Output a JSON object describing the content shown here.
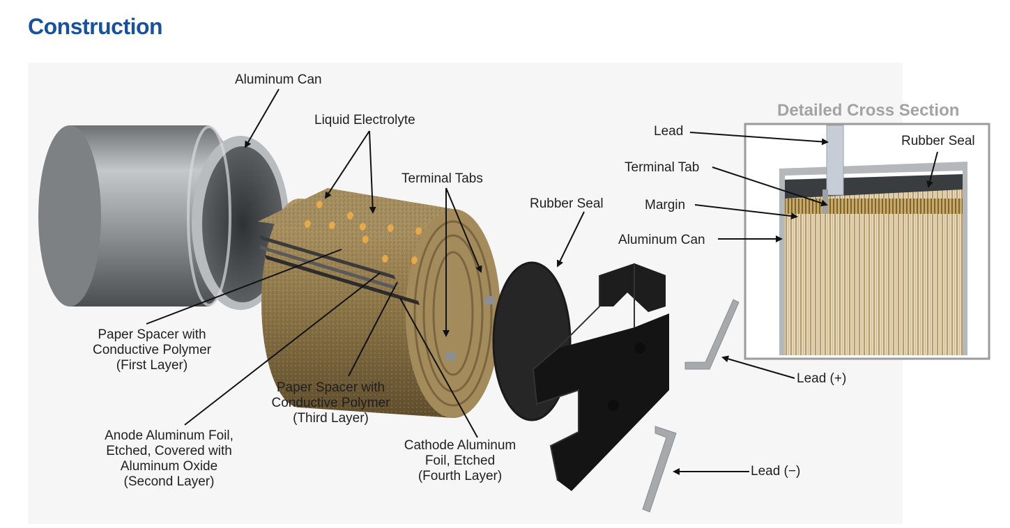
{
  "page": {
    "title": "Construction"
  },
  "cross_section": {
    "title": "Detailed Cross Section"
  },
  "labels": {
    "aluminum_can": "Aluminum Can",
    "liquid_electrolyte": "Liquid Electrolyte",
    "terminal_tabs": "Terminal Tabs",
    "rubber_seal": "Rubber Seal",
    "paper_spacer_first": [
      "Paper Spacer with",
      "Conductive Polymer",
      "(First Layer)"
    ],
    "paper_spacer_third": [
      "Paper Spacer with",
      "Conductive Polymer",
      "(Third Layer)"
    ],
    "anode_foil": [
      "Anode Aluminum Foil,",
      "Etched, Covered with",
      "Aluminum Oxide",
      "(Second Layer)"
    ],
    "cathode_foil": [
      "Cathode Aluminum",
      "Foil, Etched",
      "(Fourth Layer)"
    ],
    "lead_plus": "Lead (+)",
    "lead_minus": "Lead (−)",
    "cs_lead": "Lead",
    "cs_rubber_seal": "Rubber Seal",
    "cs_terminal_tab": "Terminal Tab",
    "cs_margin": "Margin",
    "cs_aluminum_can": "Aluminum Can"
  },
  "colors": {
    "title": "#1a5199",
    "winding": "#8c7548",
    "electrolyte_drop": "#e8a94a",
    "rubber": "#262626",
    "can": "#8a8d90"
  },
  "icons": {
    "arrow": "arrow-icon"
  }
}
